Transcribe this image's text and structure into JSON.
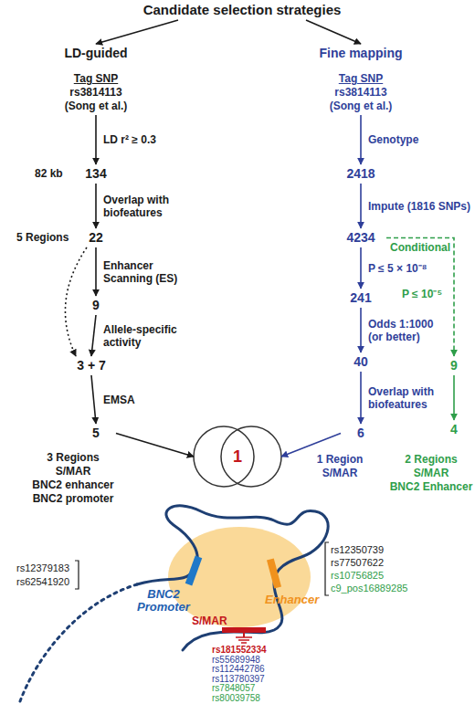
{
  "diagram": {
    "nodes": [
      {
        "text": [
          "Candidate selection strategies"
        ]
      },
      {
        "text": [
          "LD-guided",
          "Tag SNP",
          "rs3814113",
          "(Song et al.)"
        ]
      },
      {
        "text": [
          "Fine mapping",
          "Tag SNP",
          "rs3814113",
          "(Song et al.)"
        ]
      },
      {
        "text": [
          "134"
        ]
      },
      {
        "text": [
          "22"
        ]
      },
      {
        "text": [
          "9"
        ]
      },
      {
        "text": [
          "3 + 7"
        ]
      },
      {
        "text": [
          "5"
        ]
      },
      {
        "text": [
          "3 Regions",
          "S/MAR",
          "BNC2 enhancer",
          "BNC2 promoter"
        ]
      },
      {
        "text": [
          "2418"
        ]
      },
      {
        "text": [
          "4234"
        ]
      },
      {
        "text": [
          "241"
        ]
      },
      {
        "text": [
          "40"
        ]
      },
      {
        "text": [
          "6"
        ]
      },
      {
        "text": [
          "1 Region",
          "S/MAR"
        ]
      },
      {
        "text": [
          "9"
        ]
      },
      {
        "text": [
          "4"
        ]
      },
      {
        "text": [
          "2 Regions",
          "S/MAR",
          "BNC2 Enhancer"
        ]
      },
      {
        "text": [
          "1"
        ]
      }
    ],
    "edges": [
      {
        "from": 0,
        "to": 1,
        "arrow": "to"
      },
      {
        "from": 0,
        "to": 2,
        "arrow": "to"
      },
      {
        "from": 1,
        "to": 3,
        "label": "LD r² ≥ 0.3",
        "arrow": "to"
      },
      {
        "from": 3,
        "to": 4,
        "label": "Overlap with biofeatures",
        "arrow": "to"
      },
      {
        "from": 4,
        "to": 5,
        "label": "Enhancer Scanning (ES)",
        "arrow": "to"
      },
      {
        "from": 5,
        "to": 6,
        "label": "Allele-specific activity",
        "arrow": "to"
      },
      {
        "from": 4,
        "to": 6,
        "arrow": "to"
      },
      {
        "from": 6,
        "to": 7,
        "label": "EMSA",
        "arrow": "to"
      },
      {
        "from": 7,
        "to": 18,
        "arrow": "to"
      },
      {
        "from": 2,
        "to": 9,
        "label": "Genotype",
        "arrow": "to"
      },
      {
        "from": 9,
        "to": 10,
        "label": "Impute (1816 SNPs)",
        "arrow": "to"
      },
      {
        "from": 10,
        "to": 11,
        "label": "P ≤ 5 × 10⁻⁸",
        "arrow": "to"
      },
      {
        "from": 11,
        "to": 12,
        "label": "Odds 1:1000 (or better)",
        "arrow": "to"
      },
      {
        "from": 12,
        "to": 13,
        "label": "Overlap with biofeatures",
        "arrow": "to"
      },
      {
        "from": 13,
        "to": 18,
        "arrow": "to"
      },
      {
        "from": 10,
        "to": 15,
        "label": "Conditional",
        "arrow": "to"
      },
      {
        "from": 15,
        "to": 16,
        "arrow": "to"
      }
    ],
    "labels": [
      "82 kb",
      "5 Regions",
      "P ≤ 10⁻⁵",
      "BNC2 Promoter",
      "Enhancer",
      "S/MAR",
      "rs12379183",
      "rs62541920",
      "rs12350739",
      "rs77507622",
      "rs10756825",
      "c9_pos16889285",
      "rs181552334",
      "rs55689948",
      "rs112442786",
      "rs113780397",
      "rs7848057",
      "rs80039758"
    ]
  }
}
